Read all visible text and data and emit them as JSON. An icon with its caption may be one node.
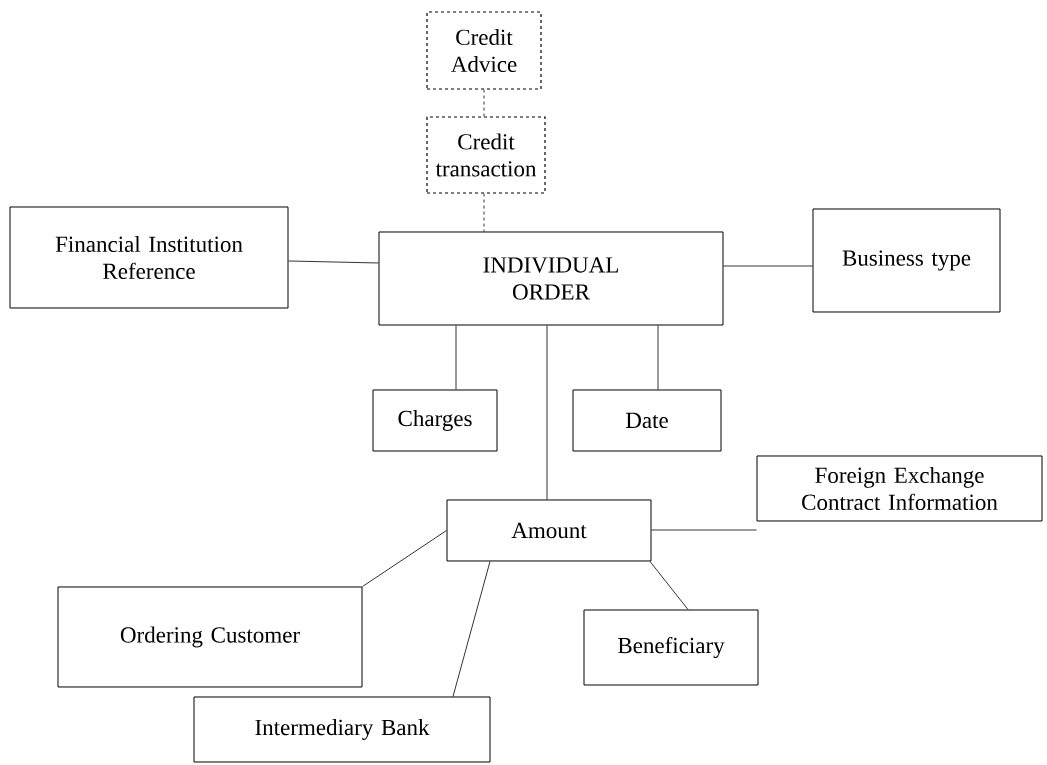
{
  "diagram": {
    "nodes": [
      {
        "text": [
          "Credit Advice"
        ]
      },
      {
        "text": [
          "Credit transaction"
        ]
      },
      {
        "text": [
          "Financial Institution Reference"
        ]
      },
      {
        "text": [
          "INDIVIDUAL ORDER"
        ]
      },
      {
        "text": [
          "Business type"
        ]
      },
      {
        "text": [
          "Charges"
        ]
      },
      {
        "text": [
          "Date"
        ]
      },
      {
        "text": [
          "Amount"
        ]
      },
      {
        "text": [
          "Foreign Exchange Contract Information"
        ]
      },
      {
        "text": [
          "Ordering Customer"
        ]
      },
      {
        "text": [
          "Beneficiary"
        ]
      },
      {
        "text": [
          "Intermediary Bank"
        ]
      }
    ],
    "edges": [
      {
        "from": 0,
        "to": 1,
        "arrow": "none",
        "style": "dashed"
      },
      {
        "from": 1,
        "to": 3,
        "arrow": "none",
        "style": "dashed"
      },
      {
        "from": 2,
        "to": 3,
        "arrow": "none"
      },
      {
        "from": 3,
        "to": 4,
        "arrow": "none"
      },
      {
        "from": 3,
        "to": 5,
        "arrow": "none"
      },
      {
        "from": 3,
        "to": 6,
        "arrow": "none"
      },
      {
        "from": 3,
        "to": 7,
        "arrow": "none"
      },
      {
        "from": 7,
        "to": 8,
        "arrow": "none"
      },
      {
        "from": 7,
        "to": 9,
        "arrow": "none"
      },
      {
        "from": 7,
        "to": 11,
        "arrow": "none"
      },
      {
        "from": 7,
        "to": 10,
        "arrow": "none"
      }
    ]
  }
}
